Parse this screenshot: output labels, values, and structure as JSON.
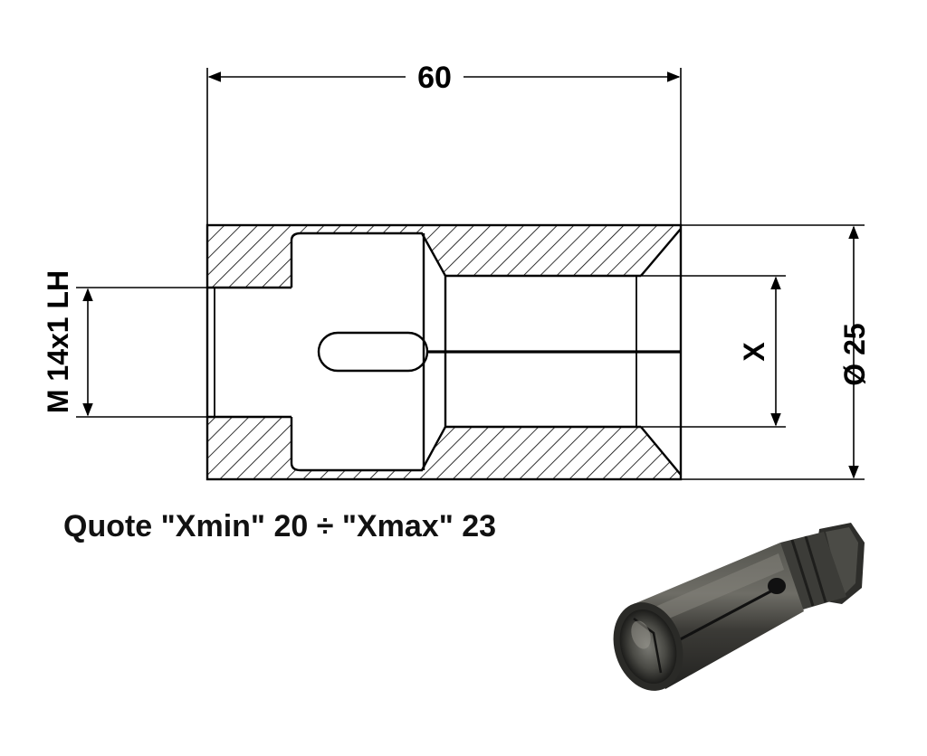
{
  "drawing": {
    "overall_length": "60",
    "thread_spec": "M 14x1 LH",
    "bore_label": "X",
    "outer_diameter": "Ø 25"
  },
  "caption": {
    "text": "Quote \"Xmin\" 20 ÷ \"Xmax\" 23"
  },
  "colors": {
    "line": "#000000",
    "background": "#ffffff",
    "photo_metal": "#3a3a36"
  }
}
